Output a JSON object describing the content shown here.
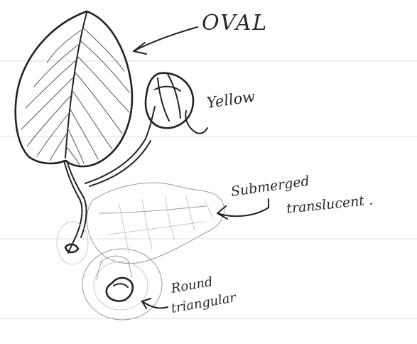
{
  "labels": {
    "oval": "OVAL",
    "yellow": "Yellow",
    "submerged_line1": "Submerged",
    "submerged_line2": "translucent .",
    "round_line1": "Round",
    "round_line2": "triangular"
  },
  "colors": {
    "ink": "#222222",
    "pencil": "#9a9a9a",
    "paper": "#ffffff"
  }
}
